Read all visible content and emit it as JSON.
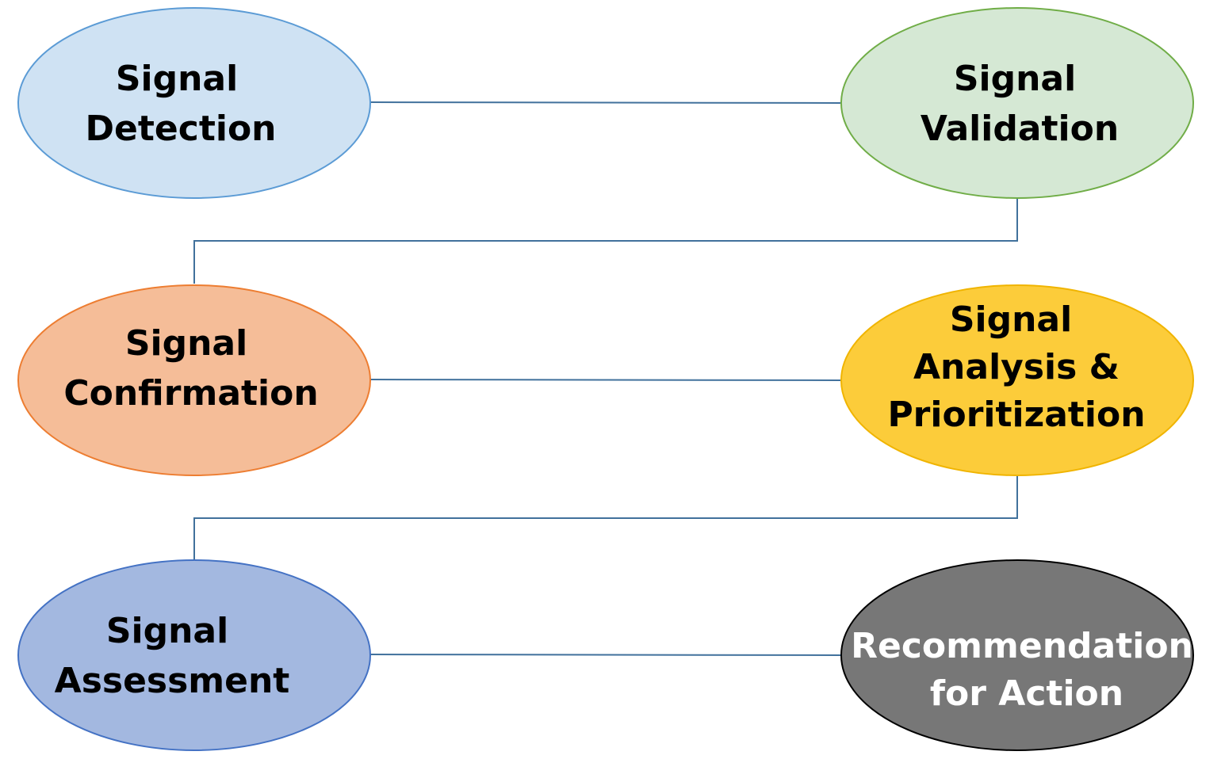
{
  "nodes": [
    {
      "id": "signal-detection",
      "lines": [
        "Signal",
        "Detection"
      ],
      "fill": "#cfe2f3",
      "stroke": "#5b9bd5",
      "text_color": "#000000"
    },
    {
      "id": "signal-validation",
      "lines": [
        "Signal",
        "Validation"
      ],
      "fill": "#d5e8d4",
      "stroke": "#70ad47",
      "text_color": "#000000"
    },
    {
      "id": "signal-confirmation",
      "lines": [
        "Signal",
        "Confirmation"
      ],
      "fill": "#f5bd98",
      "stroke": "#ed7d31",
      "text_color": "#000000"
    },
    {
      "id": "signal-analysis-prioritization",
      "lines": [
        "Signal",
        "Analysis &",
        "Prioritization"
      ],
      "fill": "#fccc3a",
      "stroke": "#f0b400",
      "text_color": "#000000"
    },
    {
      "id": "signal-assessment",
      "lines": [
        "Signal",
        "Assessment"
      ],
      "fill": "#a3b8e0",
      "stroke": "#4472c4",
      "text_color": "#000000"
    },
    {
      "id": "recommendation-for-action",
      "lines": [
        "Recommendation",
        "for Action"
      ],
      "fill": "#777777",
      "stroke": "#000000",
      "text_color": "#ffffff"
    }
  ],
  "connector_color": "#41719c"
}
